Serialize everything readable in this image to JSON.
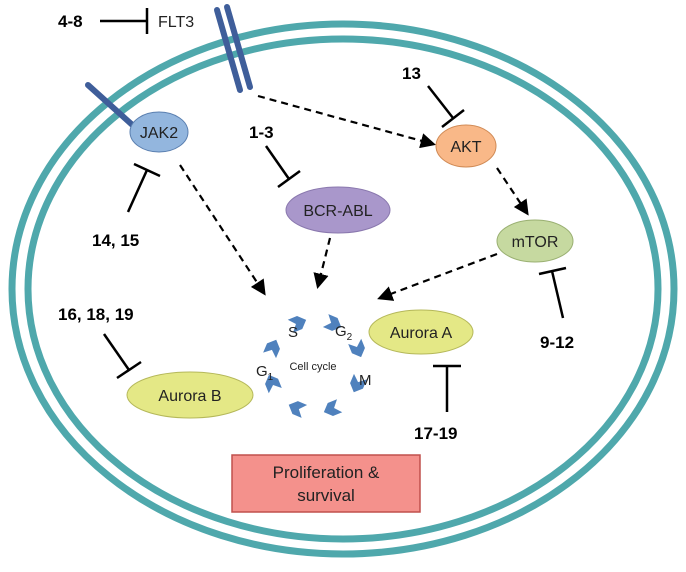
{
  "colors": {
    "membrane": "#4FA8AC",
    "receptor": "#3F5E9A",
    "jak2_fill": "#93B6DE",
    "akt_fill": "#F9B888",
    "bcr_abl_fill": "#A997CB",
    "mtor_fill": "#C6D9A0",
    "aurora_fill": "#E4E886",
    "cycle_arrow": "#4F81BD",
    "outcome_fill": "#F4918C",
    "outcome_border": "#C0504D"
  },
  "nodes": {
    "flt3": "FLT3",
    "jak2": "JAK2",
    "akt": "AKT",
    "bcr_abl": "BCR-ABL",
    "mtor": "mTOR",
    "aurora_a": "Aurora A",
    "aurora_b": "Aurora B"
  },
  "inhibitors": {
    "flt3": "4-8",
    "akt": "13",
    "bcr_abl": "1-3",
    "jak2": "14, 15",
    "mtor": "9-12",
    "aurora_b": "16, 18, 19",
    "aurora_a": "17-19"
  },
  "cell_cycle": {
    "label": "Cell cycle",
    "phases": {
      "s": "S",
      "g2": "G",
      "g2_sub": "2",
      "m": "M",
      "g1": "G",
      "g1_sub": "1"
    }
  },
  "outcome": {
    "line1": "Proliferation &",
    "line2": "survival"
  }
}
